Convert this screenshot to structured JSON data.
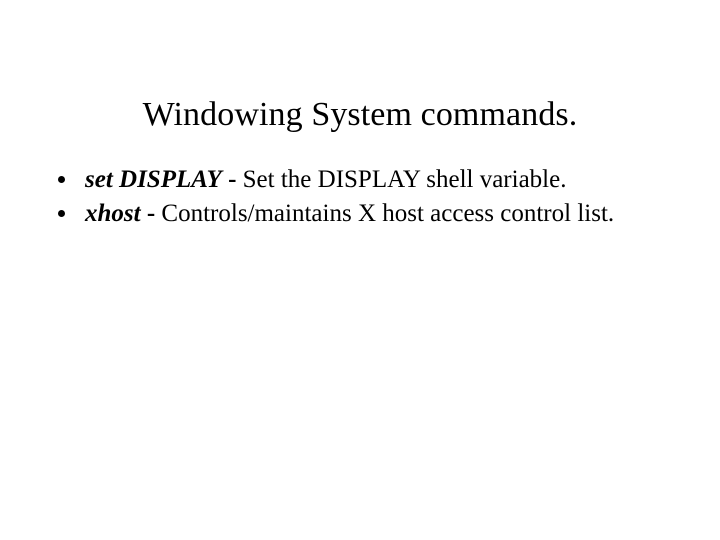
{
  "slide": {
    "title": "Windowing System commands.",
    "background_color": "#ffffff",
    "text_color": "#000000",
    "bullets": [
      {
        "marker": "bullet-dot",
        "term": "set DISPLAY",
        "separator": "-",
        "definition": "Set the DISPLAY shell variable."
      },
      {
        "marker": "bullet-dot",
        "term": "xhost",
        "separator": "-",
        "definition": "Controls/maintains X host access control list."
      }
    ]
  }
}
